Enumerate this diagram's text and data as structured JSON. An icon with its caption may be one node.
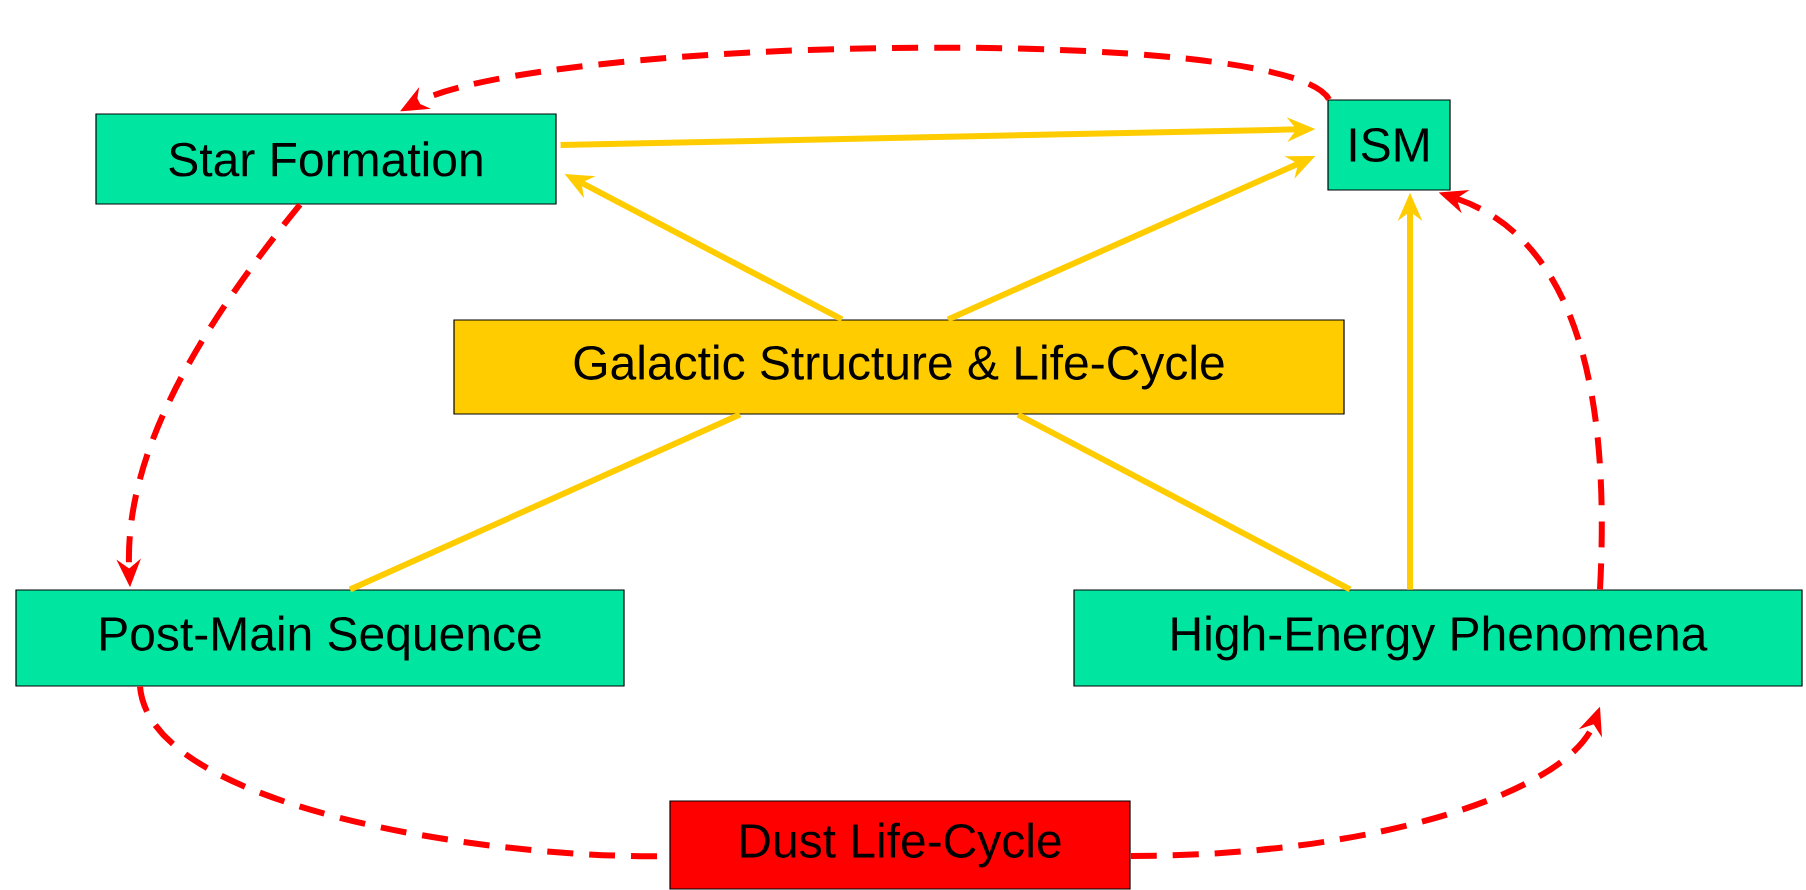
{
  "diagram": {
    "nodes": [
      {
        "text": [
          "Star Formation"
        ]
      },
      {
        "text": [
          "ISM"
        ]
      },
      {
        "text": [
          "Galactic Structure & Life-Cycle"
        ]
      },
      {
        "text": [
          "Post-Main Sequence"
        ]
      },
      {
        "text": [
          "High-Energy Phenomena"
        ]
      },
      {
        "text": [
          "Dust Life-Cycle"
        ]
      }
    ],
    "edges": [
      {
        "from": 0,
        "to": 1,
        "arrow": "to",
        "color": "#ffcc00"
      },
      {
        "from": 2,
        "to": 0,
        "arrow": "to",
        "color": "#ffcc00"
      },
      {
        "from": 2,
        "to": 1,
        "arrow": "to",
        "color": "#ffcc00"
      },
      {
        "from": 3,
        "to": 2,
        "arrow": "none",
        "color": "#ffcc00"
      },
      {
        "from": 4,
        "to": 2,
        "arrow": "none",
        "color": "#ffcc00"
      },
      {
        "from": 4,
        "to": 1,
        "arrow": "to",
        "color": "#ffcc00"
      },
      {
        "from": 1,
        "to": 0,
        "arrow": "to",
        "style": "dashed",
        "color": "#ff0000"
      },
      {
        "from": 0,
        "to": 3,
        "arrow": "to",
        "style": "dashed",
        "color": "#ff0000"
      },
      {
        "from": 3,
        "to": 5,
        "arrow": "none",
        "style": "dashed",
        "color": "#ff0000"
      },
      {
        "from": 5,
        "to": 4,
        "arrow": "to",
        "style": "dashed",
        "color": "#ff0000"
      },
      {
        "from": 4,
        "to": 1,
        "arrow": "to",
        "style": "dashed",
        "color": "#ff0000"
      }
    ]
  }
}
